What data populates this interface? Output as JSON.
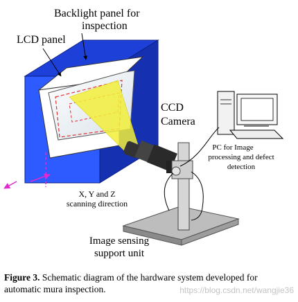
{
  "labels": {
    "backlight": [
      "Backlight panel for",
      "inspection"
    ],
    "lcd": "LCD panel",
    "ccd": [
      "CCD",
      "Camera"
    ],
    "pc": [
      "PC for Image",
      "processing and defect",
      "detection"
    ],
    "scan": [
      "X, Y and Z",
      "scanning direction"
    ],
    "support": [
      "Image sensing",
      "support unit"
    ]
  },
  "caption": {
    "label": "Figure 3.",
    "text": "Schematic diagram of the hardware system developed for automatic mura inspection."
  },
  "watermark": "https://blog.csdn.net/wangjie36",
  "colors": {
    "backlight_box": "#2d5bff",
    "light_beam": "#f2ee3a",
    "scan_arrows": "#e02ad0",
    "defect_outline": "#e03030"
  }
}
